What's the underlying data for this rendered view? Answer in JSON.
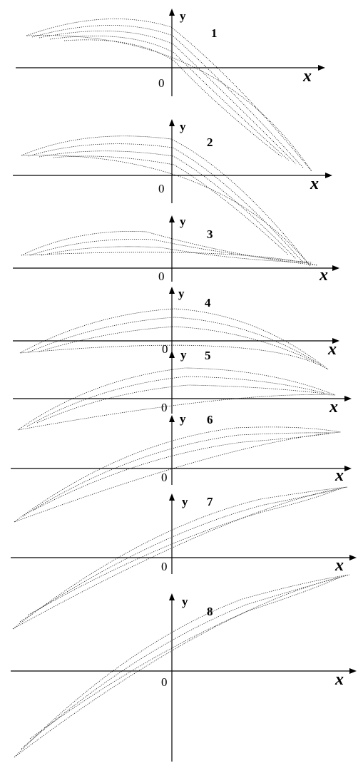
{
  "axis_labels": {
    "x": "x",
    "y": "y",
    "origin": "0"
  },
  "panels": [
    {
      "number": "1"
    },
    {
      "number": "2"
    },
    {
      "number": "3"
    },
    {
      "number": "4"
    },
    {
      "number": "5"
    },
    {
      "number": "6"
    },
    {
      "number": "7"
    },
    {
      "number": "8"
    }
  ]
}
